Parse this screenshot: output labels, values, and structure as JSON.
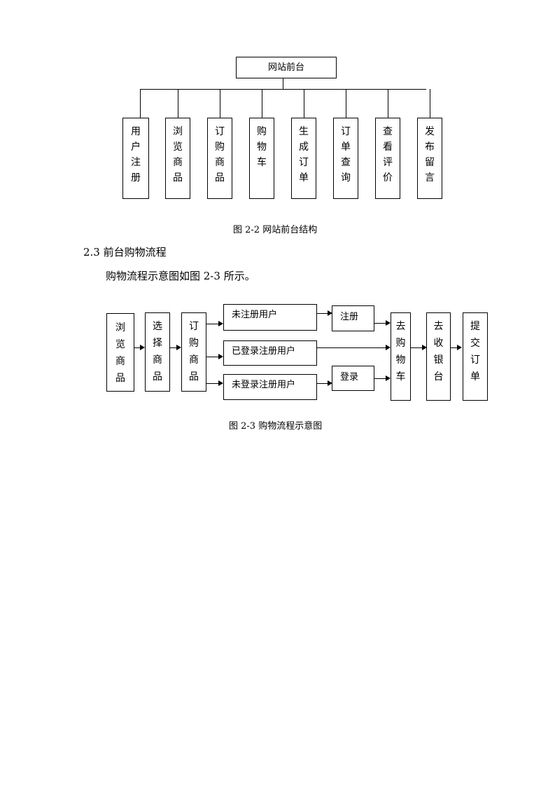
{
  "figure1": {
    "root": "网站前台",
    "children": [
      "用户注册",
      "浏览商品",
      "订购商品",
      "购物车",
      "生成订单",
      "订单查询",
      "查看评价",
      "发布留言"
    ],
    "caption": "图 2-2  网站前台结构"
  },
  "section": {
    "heading": "2.3 前台购物流程",
    "paragraph": "购物流程示意图如图 2-3 所示。"
  },
  "figure2": {
    "step1": "浏览商品",
    "step2": "选择商品",
    "step3": "订购商品",
    "branch1": "未注册用户",
    "branch2": "已登录注册用户",
    "branch3": "未登录注册用户",
    "action1": "注册",
    "action3": "登录",
    "step4": "去购物车",
    "step5": "去收银台",
    "step6": "提交订单",
    "caption": "图 2-3  购物流程示意图"
  }
}
